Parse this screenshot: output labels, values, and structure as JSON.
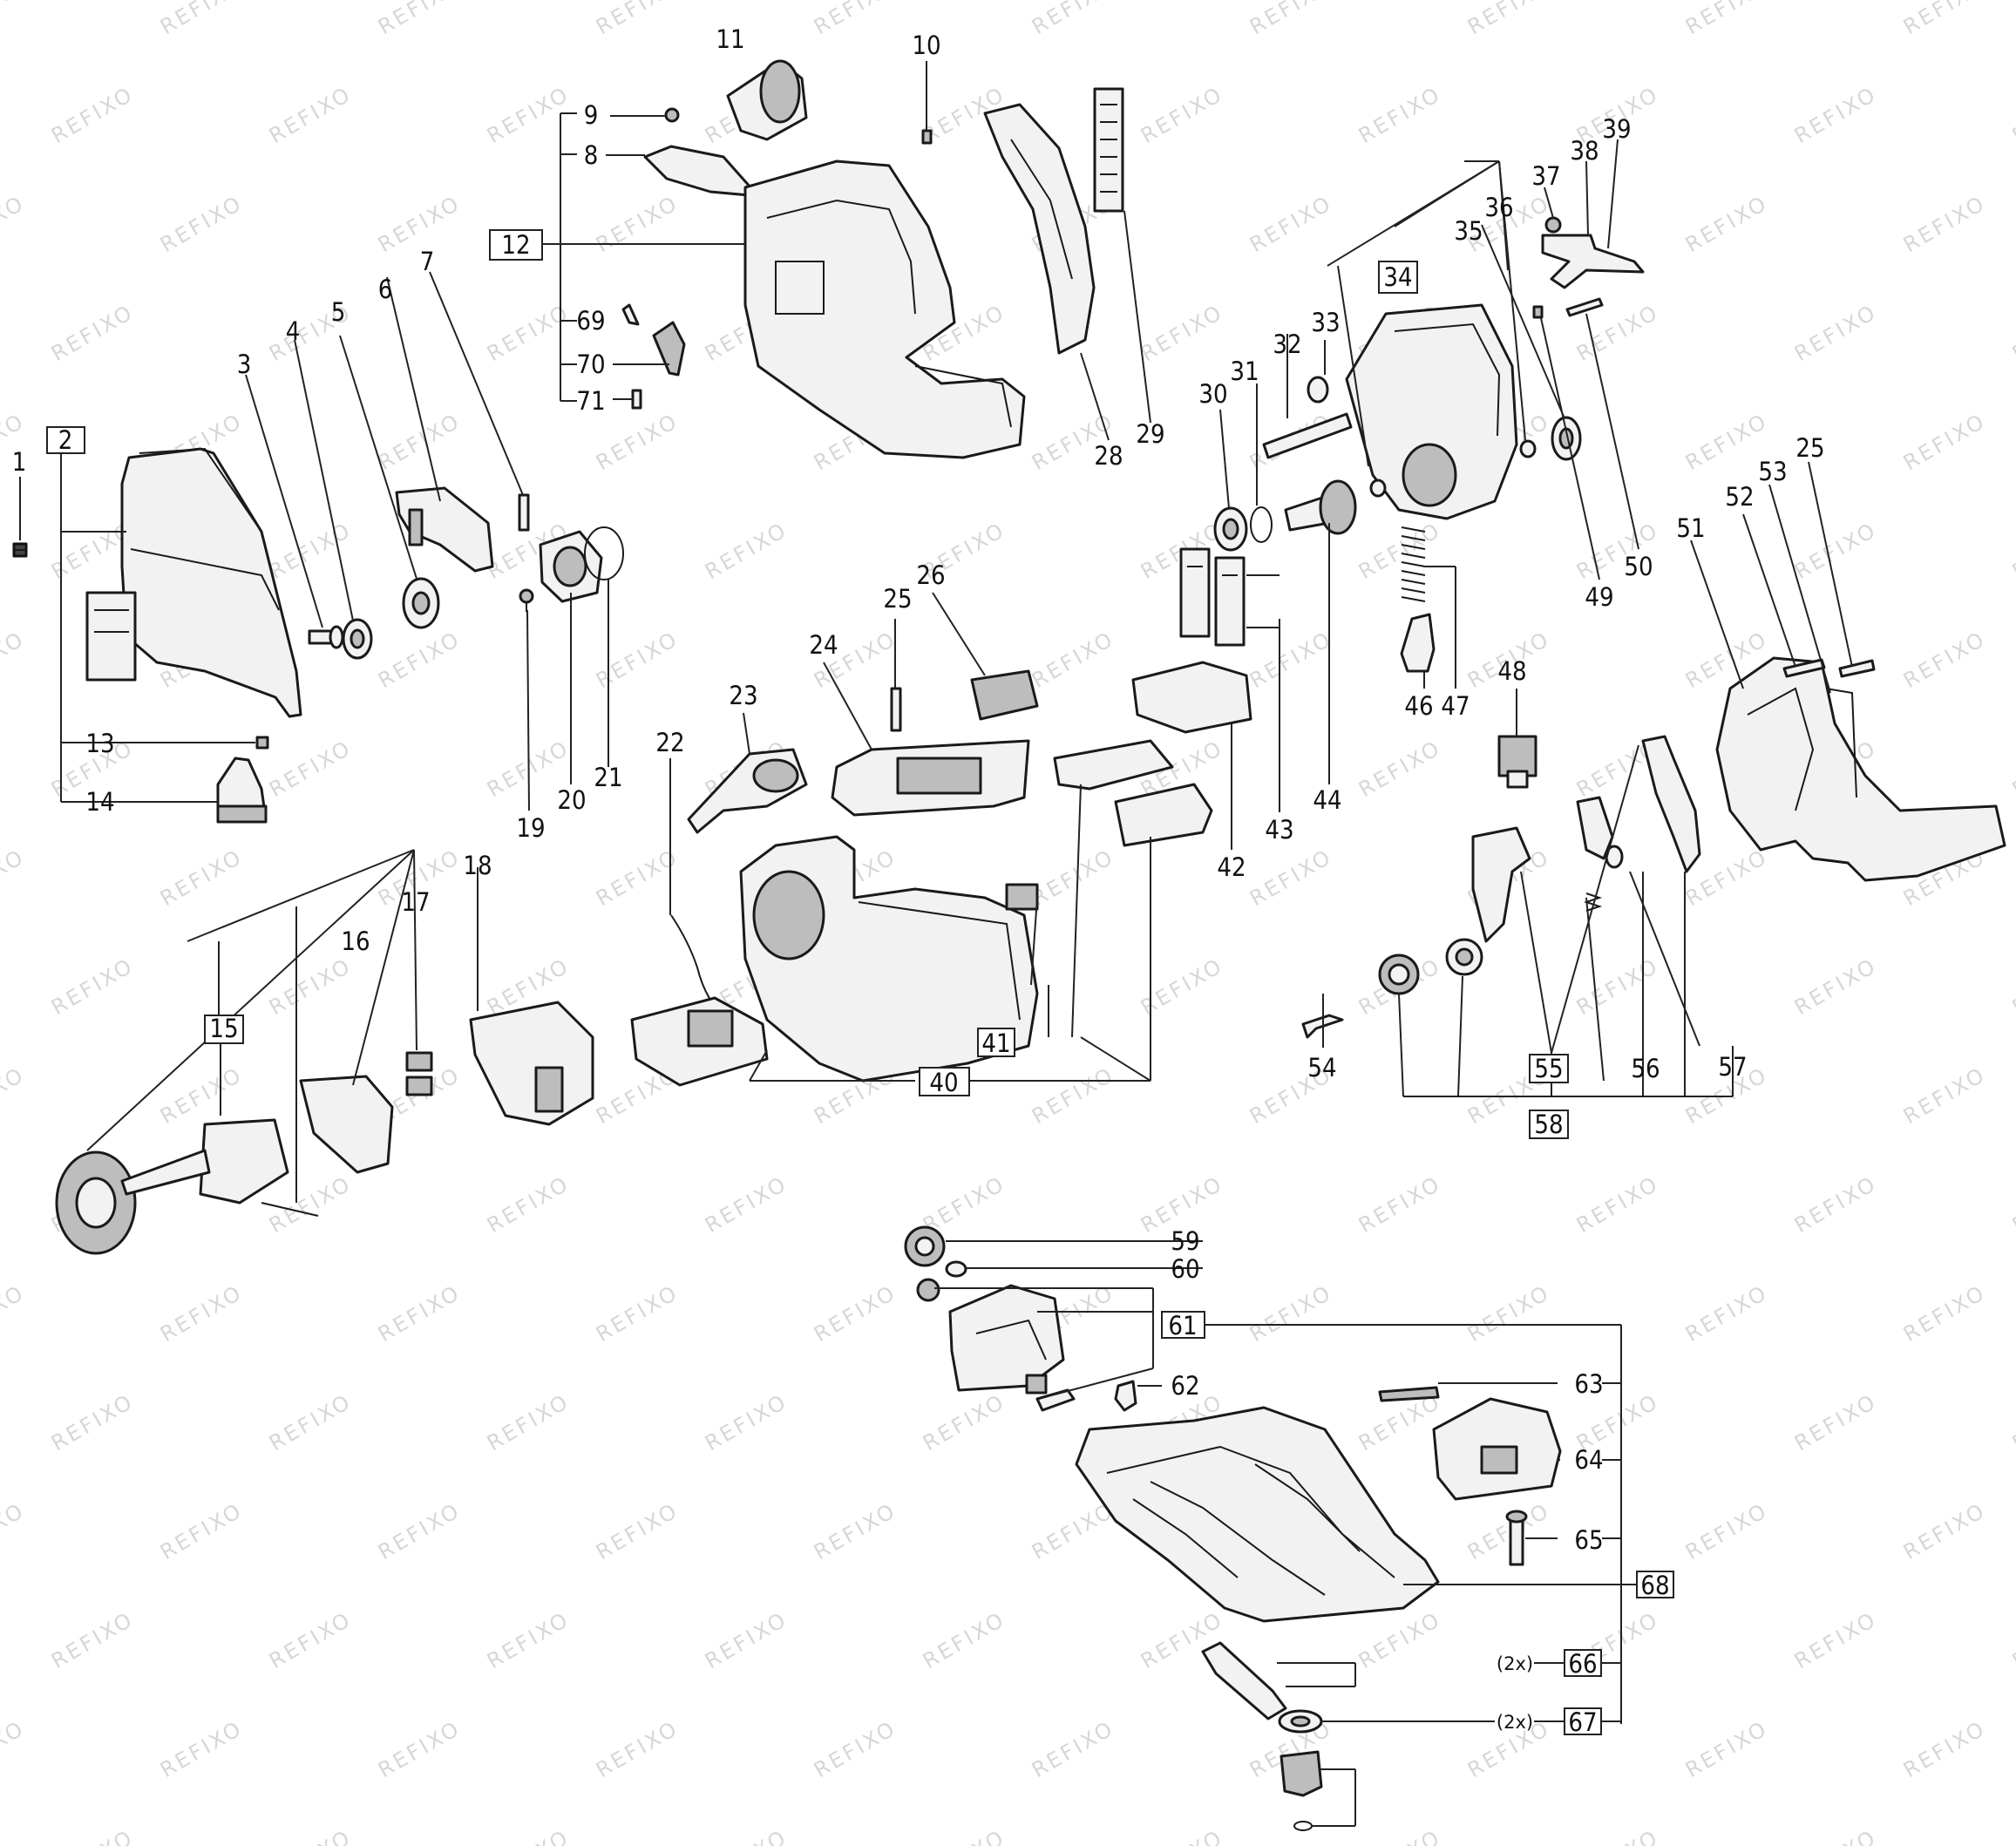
{
  "watermark": {
    "text": "REFIXO"
  },
  "labels": {
    "p1": "1",
    "p2": "2",
    "p3": "3",
    "p4": "4",
    "p5": "5",
    "p6": "6",
    "p7": "7",
    "p8": "8",
    "p9": "9",
    "p10": "10",
    "p11": "11",
    "p12": "12",
    "p13": "13",
    "p14": "14",
    "p15": "15",
    "p16": "16",
    "p17": "17",
    "p18": "18",
    "p19": "19",
    "p20": "20",
    "p21": "21",
    "p22": "22",
    "p23": "23",
    "p24": "24",
    "p25a": "25",
    "p25b": "25",
    "p26": "26",
    "p28": "28",
    "p29": "29",
    "p30": "30",
    "p31": "31",
    "p32": "32",
    "p33": "33",
    "p34": "34",
    "p35a": "35",
    "p35b": "35",
    "p36": "36",
    "p37": "37",
    "p38": "38",
    "p39": "39",
    "p40": "40",
    "p41": "41",
    "p42": "42",
    "p43": "43",
    "p44": "44",
    "p46": "46",
    "p47": "47",
    "p48": "48",
    "p49": "49",
    "p50": "50",
    "p51": "51",
    "p52": "52",
    "p53": "53",
    "p54": "54",
    "p55": "55",
    "p56": "56",
    "p57": "57",
    "p58": "58",
    "p59": "59",
    "p60": "60",
    "p61": "61",
    "p62": "62",
    "p63": "63",
    "p64": "64",
    "p65": "65",
    "p66": "66",
    "p67": "67",
    "p68": "68",
    "p69": "69",
    "p70": "70",
    "p71": "71"
  },
  "quantities": {
    "q66": "(2x)",
    "q67": "(2x)"
  }
}
